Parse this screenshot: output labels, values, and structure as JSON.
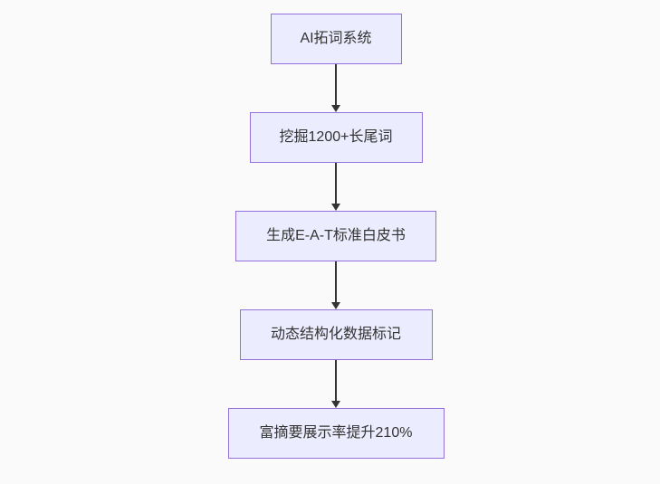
{
  "diagram": {
    "type": "flowchart",
    "direction": "top-down",
    "nodes": [
      {
        "id": "step-1",
        "label": "AI拓词系统"
      },
      {
        "id": "step-2",
        "label": "挖掘1200+长尾词"
      },
      {
        "id": "step-3",
        "label": "生成E-A-T标准白皮书"
      },
      {
        "id": "step-4",
        "label": "动态结构化数据标记"
      },
      {
        "id": "step-5",
        "label": "富摘要展示率提升210%"
      }
    ],
    "edges": [
      {
        "from": "step-1",
        "to": "step-2"
      },
      {
        "from": "step-2",
        "to": "step-3"
      },
      {
        "from": "step-3",
        "to": "step-4"
      },
      {
        "from": "step-4",
        "to": "step-5"
      }
    ],
    "colors": {
      "background": "#fafafa",
      "node_fill": "#ececff",
      "node_border": "#9370db",
      "arrow": "#333333",
      "text": "#333333"
    }
  }
}
